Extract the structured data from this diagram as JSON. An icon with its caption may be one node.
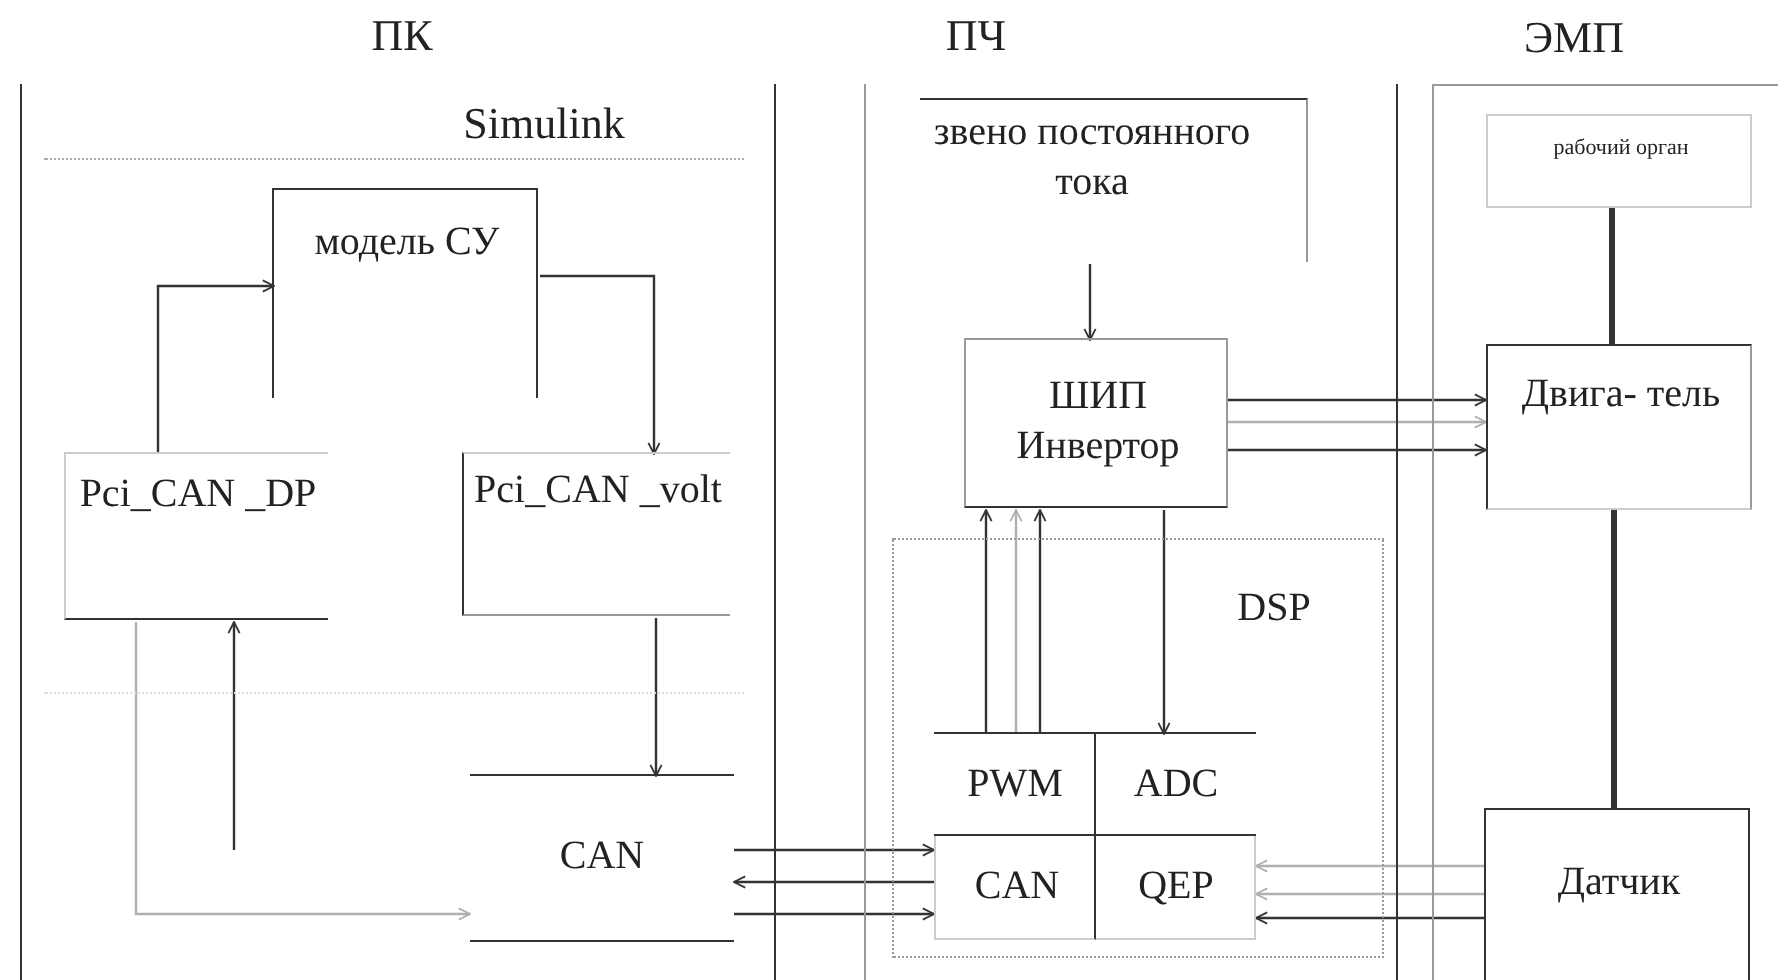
{
  "diagram": {
    "nodes": [
      {
        "text": [
          "ПК"
        ]
      },
      {
        "text": [
          "Simulink"
        ],
        "in": 0
      },
      {
        "text": [
          "модель СУ"
        ],
        "in": 1
      },
      {
        "text": [
          "Pci_CAN _DP"
        ],
        "in": 1
      },
      {
        "text": [
          "Pci_CAN _volt"
        ],
        "in": 1
      },
      {
        "text": [
          "CAN"
        ],
        "in": 0
      },
      {
        "text": [
          "ПЧ"
        ]
      },
      {
        "text": [
          "звено постоянного тока"
        ],
        "in": 6
      },
      {
        "text": [
          "ШИП Инвертор"
        ],
        "in": 6
      },
      {
        "text": [
          "DSP"
        ],
        "in": 6
      },
      {
        "text": [
          "PWM"
        ],
        "in": 9
      },
      {
        "text": [
          "ADC"
        ],
        "in": 9
      },
      {
        "text": [
          "CAN"
        ],
        "in": 9
      },
      {
        "text": [
          "QEP"
        ],
        "in": 9
      },
      {
        "text": [
          "ЭМП"
        ]
      },
      {
        "text": [
          "рабочий орган"
        ],
        "in": 14
      },
      {
        "text": [
          "Двига- тель"
        ],
        "in": 14
      },
      {
        "text": [
          "Датчик"
        ],
        "in": 14
      }
    ],
    "edges": [
      {
        "from": 3,
        "to": 2,
        "arrow": "to"
      },
      {
        "from": 2,
        "to": 4,
        "arrow": "to"
      },
      {
        "from": 4,
        "to": 5,
        "arrow": "to"
      },
      {
        "from": null,
        "to": 3,
        "arrow": "to"
      },
      {
        "from": 3,
        "to": 5,
        "arrow": "to",
        "color": "#b0b0b0"
      },
      {
        "from": 7,
        "to": 8,
        "arrow": "to"
      },
      {
        "from": 8,
        "to": 16,
        "arrow": "to"
      },
      {
        "from": 8,
        "to": 16,
        "arrow": "to",
        "color": "#b0b0b0"
      },
      {
        "from": 8,
        "to": 16,
        "arrow": "to"
      },
      {
        "from": 10,
        "to": 8,
        "arrow": "to"
      },
      {
        "from": 10,
        "to": 8,
        "arrow": "to",
        "color": "#b0b0b0"
      },
      {
        "from": 10,
        "to": 8,
        "arrow": "to"
      },
      {
        "from": 8,
        "to": 11,
        "arrow": "to"
      },
      {
        "from": 5,
        "to": 12,
        "arrow": "to"
      },
      {
        "from": 12,
        "to": 5,
        "arrow": "to"
      },
      {
        "from": 5,
        "to": 12,
        "arrow": "to"
      },
      {
        "from": 17,
        "to": 13,
        "arrow": "to",
        "color": "#b0b0b0"
      },
      {
        "from": 17,
        "to": 13,
        "arrow": "to",
        "color": "#b0b0b0"
      },
      {
        "from": 17,
        "to": 13,
        "arrow": "to"
      },
      {
        "from": 15,
        "to": 16,
        "arrow": "none",
        "style": "thick"
      },
      {
        "from": 16,
        "to": 17,
        "arrow": "none",
        "style": "thick"
      }
    ]
  }
}
